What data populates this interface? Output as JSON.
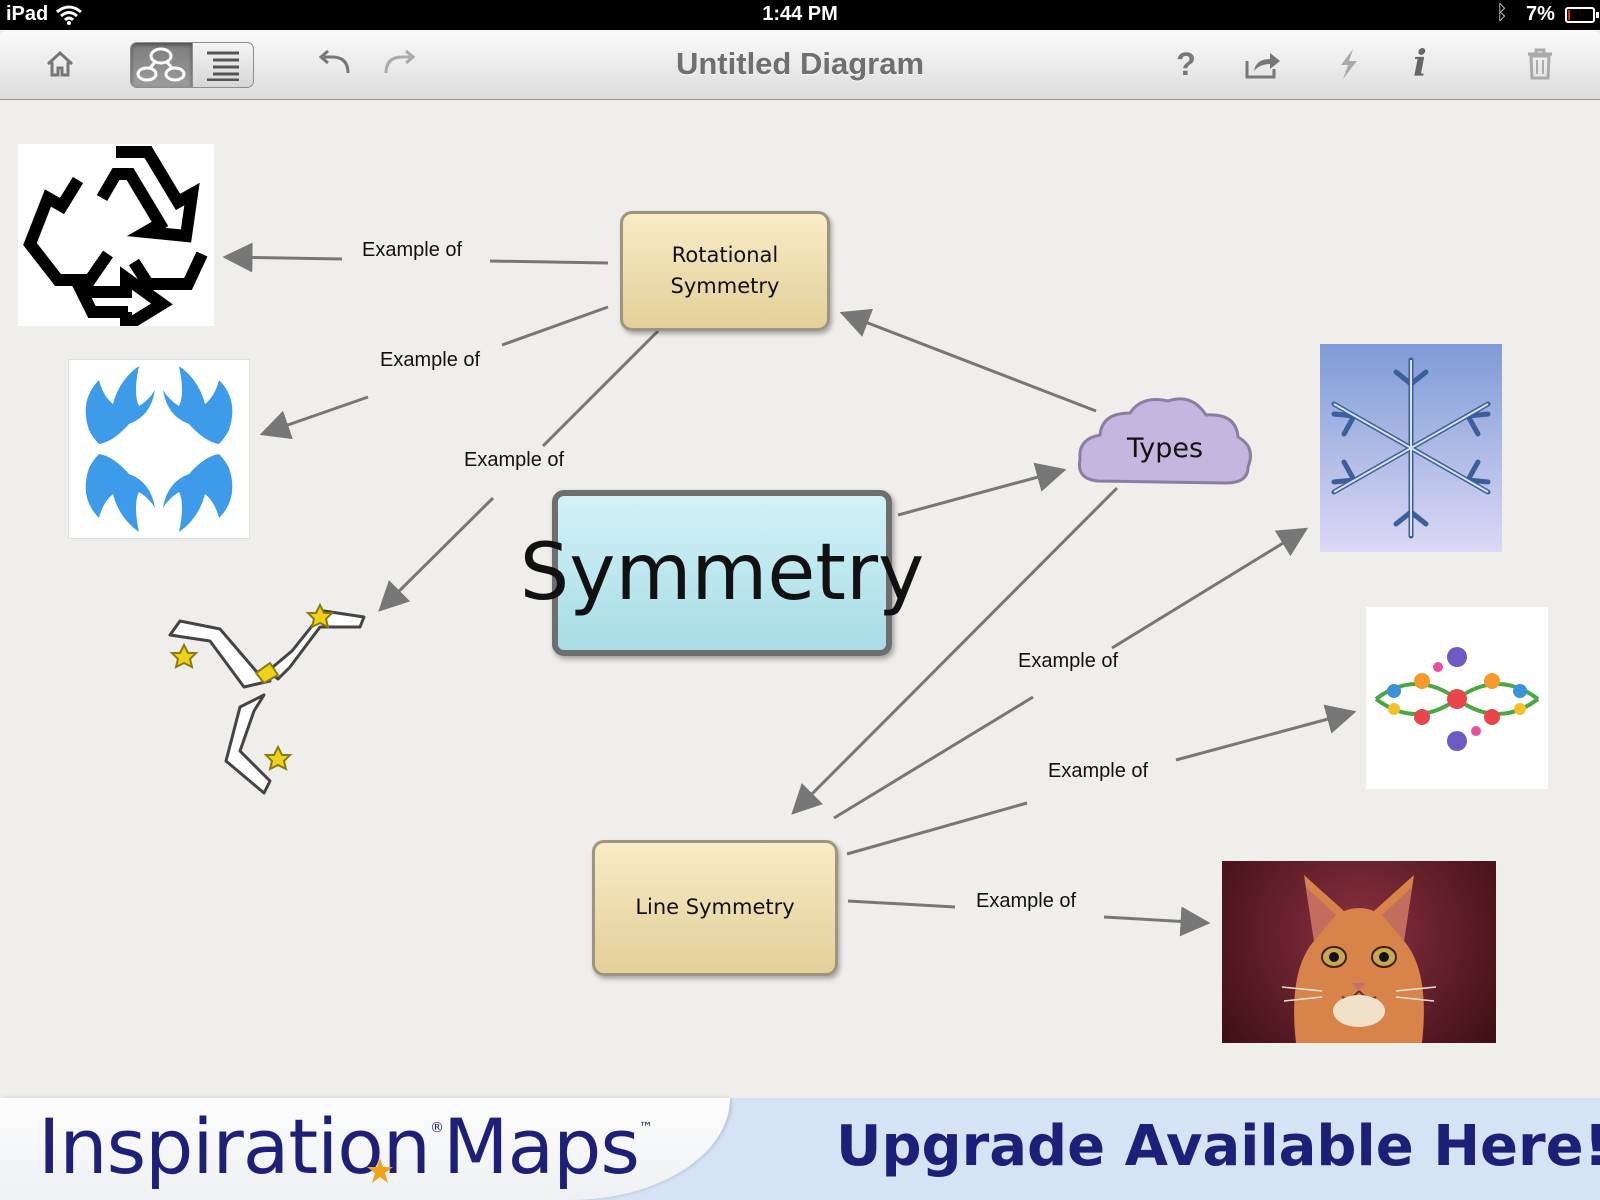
{
  "status_bar": {
    "device": "iPad",
    "time": "1:44 PM",
    "battery_percent": "7%",
    "battery_level": 0.07,
    "icons": [
      "wifi-icon",
      "bluetooth-icon",
      "battery-icon"
    ]
  },
  "toolbar": {
    "title": "Untitled Diagram",
    "view_mode": "diagram",
    "buttons": [
      "home-icon",
      "diagram-view-icon",
      "outline-view-icon",
      "undo-icon",
      "redo-icon",
      "help-icon",
      "share-icon",
      "rapidfire-icon",
      "info-icon",
      "trash-icon"
    ],
    "help_glyph": "?",
    "info_glyph": "i"
  },
  "diagram": {
    "main_node": "Symmetry",
    "nodes": {
      "rotational": "Rotational Symmetry",
      "line": "Line Symmetry",
      "types": "Types"
    },
    "link_label": "Example of",
    "images": [
      "recycle-symbol",
      "four-blue-birds",
      "triskelion-legs",
      "snowflake",
      "flower-garland",
      "orange-cat"
    ],
    "colors": {
      "main_fill": "#bfeaf1",
      "sub_fill": "#efdfad",
      "cloud_fill": "#c5b6e0",
      "link": "#777777"
    }
  },
  "banner": {
    "brand_primary": "Inspiration",
    "brand_reg": "®",
    "brand_secondary": "Maps",
    "brand_tm": "™",
    "cta": "Upgrade Available Here!"
  }
}
